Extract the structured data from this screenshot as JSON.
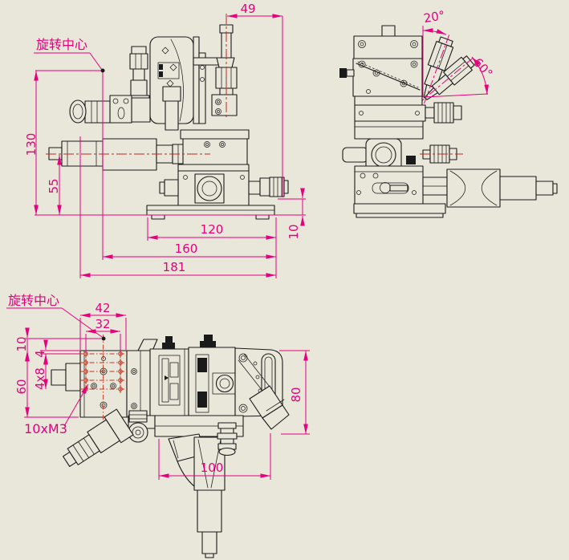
{
  "colors": {
    "background": "#e9e6da",
    "line": "#1a1a1a",
    "dimension": "#e6007e",
    "centerline": "#c52b1d"
  },
  "drawing": {
    "front_view": {
      "rotation_center_label": "旋转中心",
      "dim_top_offset": "49",
      "dim_height_center": "130",
      "dim_height_axis": "55",
      "dim_base_width": "120",
      "dim_mid_width": "160",
      "dim_total_width": "181",
      "dim_base_thickness": "10"
    },
    "side_view": {
      "dim_angle_tilt": "20°",
      "dim_angle_swing": "60°"
    },
    "bottom_view": {
      "rotation_center_label": "旋转中心",
      "dim_flange_width": "42",
      "dim_hole_span": "32",
      "dim_center_offset": "10",
      "dim_hole_margin": "4",
      "dim_hole_pitch": "4x8",
      "dim_flange_height": "60",
      "dim_thread_callout": "10xM3",
      "dim_body_length": "100",
      "dim_body_height": "80"
    }
  }
}
